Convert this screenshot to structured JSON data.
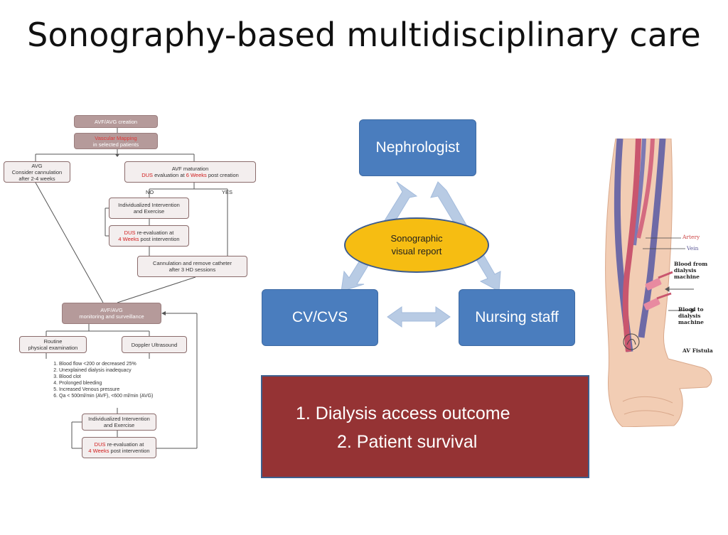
{
  "title": "Sonography-based multidisciplinary care",
  "flowchart": {
    "creation": "AVF/AVG creation",
    "mapping_red": "Vascular Mapping",
    "mapping_rest": "in selected patients",
    "avg_line1": "AVG",
    "avg_line2": "Consider cannulation",
    "avg_line3": "after 2-4 weeks",
    "avf_line1": "AVF maturation",
    "avf_red1": "DUS",
    "avf_mid": " evaluation at ",
    "avf_red2": "6 Weeks",
    "avf_end": " post creation",
    "no": "NO",
    "yes": "YES",
    "indiv1_line1": "Individualized Intervention",
    "indiv1_line2": "and Exercise",
    "reeval1_red": "DUS",
    "reeval1_rest": " re-evaluation at",
    "reeval1_red2": "4 Weeks",
    "reeval1_end": " post intervention",
    "cannulation_line1": "Cannulation and remove catheter",
    "cannulation_line2": "after 3 HD sessions",
    "monitor_line1": "AVF/AVG",
    "monitor_line2": "monitoring and surveillance",
    "routine_line1": "Routine",
    "routine_line2": "physical examination",
    "doppler": "Doppler Ultrasound",
    "criteria": [
      "Blood flow <200 or decreased 25%",
      "Unexplained dialysis inadequacy",
      "Blood clot",
      "Prolonged bleeding",
      "Increased Venous pressure",
      "Qa < 500ml/min (AVF), <600 ml/min (AVG)"
    ],
    "indiv2_line1": "Individualized Intervention",
    "indiv2_line2": "and Exercise",
    "reeval2_red": "DUS",
    "reeval2_rest": " re-evaluation at",
    "reeval2_red2": "4 Weeks",
    "reeval2_end": " post intervention"
  },
  "roles": {
    "nephrologist": "Nephrologist",
    "cv": "CV/CVS",
    "nursing": "Nursing staff"
  },
  "report": {
    "line1": "Sonographic",
    "line2": "visual report"
  },
  "outcomes": [
    "1.  Dialysis access outcome",
    "2.  Patient survival"
  ],
  "arm_labels": {
    "artery": "Artery",
    "vein": "Vein",
    "blood_from": [
      "Blood from",
      "dialysis",
      "machine"
    ],
    "blood_to": [
      "Blood to",
      "dialysis",
      "machine"
    ],
    "fistula": "AV Fistula"
  },
  "colors": {
    "role_blue": "#4a7dbe",
    "report_yellow": "#f6bd12",
    "outcome_red": "#953334",
    "arrow_blue": "#b8cbe4"
  }
}
